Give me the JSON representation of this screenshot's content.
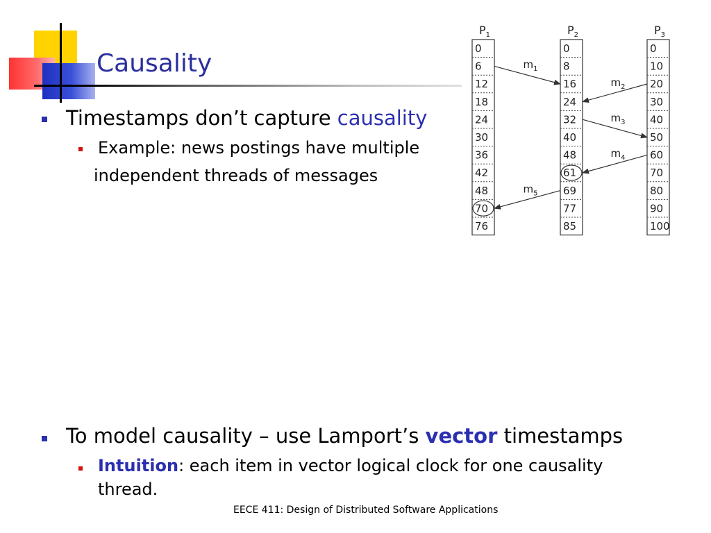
{
  "slide": {
    "title": "Causality",
    "bullet1": {
      "text_before": "Timestamps don’t capture ",
      "highlight": "causality",
      "sub_line1": "Example: news postings have multiple",
      "sub_line2": "independent threads of messages"
    },
    "bullet2": {
      "text_before": "To model causality – use Lamport’s ",
      "highlight": "vector",
      "text_after": " timestamps",
      "sub_bold": "Intuition",
      "sub_rest": ": each item in vector logical clock for one causality",
      "sub_line2": "thread."
    },
    "footer": "EECE 411: Design of Distributed Software Applications"
  },
  "diagram": {
    "processes": [
      {
        "name": "P",
        "sub": "1",
        "values": [
          "0",
          "6",
          "12",
          "18",
          "24",
          "30",
          "36",
          "42",
          "48",
          "70",
          "76"
        ]
      },
      {
        "name": "P",
        "sub": "2",
        "values": [
          "0",
          "8",
          "16",
          "24",
          "32",
          "40",
          "48",
          "61",
          "69",
          "77",
          "85"
        ]
      },
      {
        "name": "P",
        "sub": "3",
        "values": [
          "0",
          "10",
          "20",
          "30",
          "40",
          "50",
          "60",
          "70",
          "80",
          "90",
          "100"
        ]
      }
    ],
    "messages": [
      {
        "name": "m",
        "sub": "1",
        "from": [
          0,
          1
        ],
        "to": [
          1,
          2
        ]
      },
      {
        "name": "m",
        "sub": "2",
        "from": [
          2,
          2
        ],
        "to": [
          1,
          3
        ]
      },
      {
        "name": "m",
        "sub": "3",
        "from": [
          1,
          4
        ],
        "to": [
          2,
          5
        ]
      },
      {
        "name": "m",
        "sub": "4",
        "from": [
          2,
          6
        ],
        "to": [
          1,
          7
        ]
      },
      {
        "name": "m",
        "sub": "5",
        "from": [
          1,
          8
        ],
        "to": [
          0,
          9
        ]
      }
    ],
    "circled": [
      [
        1,
        7
      ],
      [
        0,
        9
      ]
    ]
  }
}
